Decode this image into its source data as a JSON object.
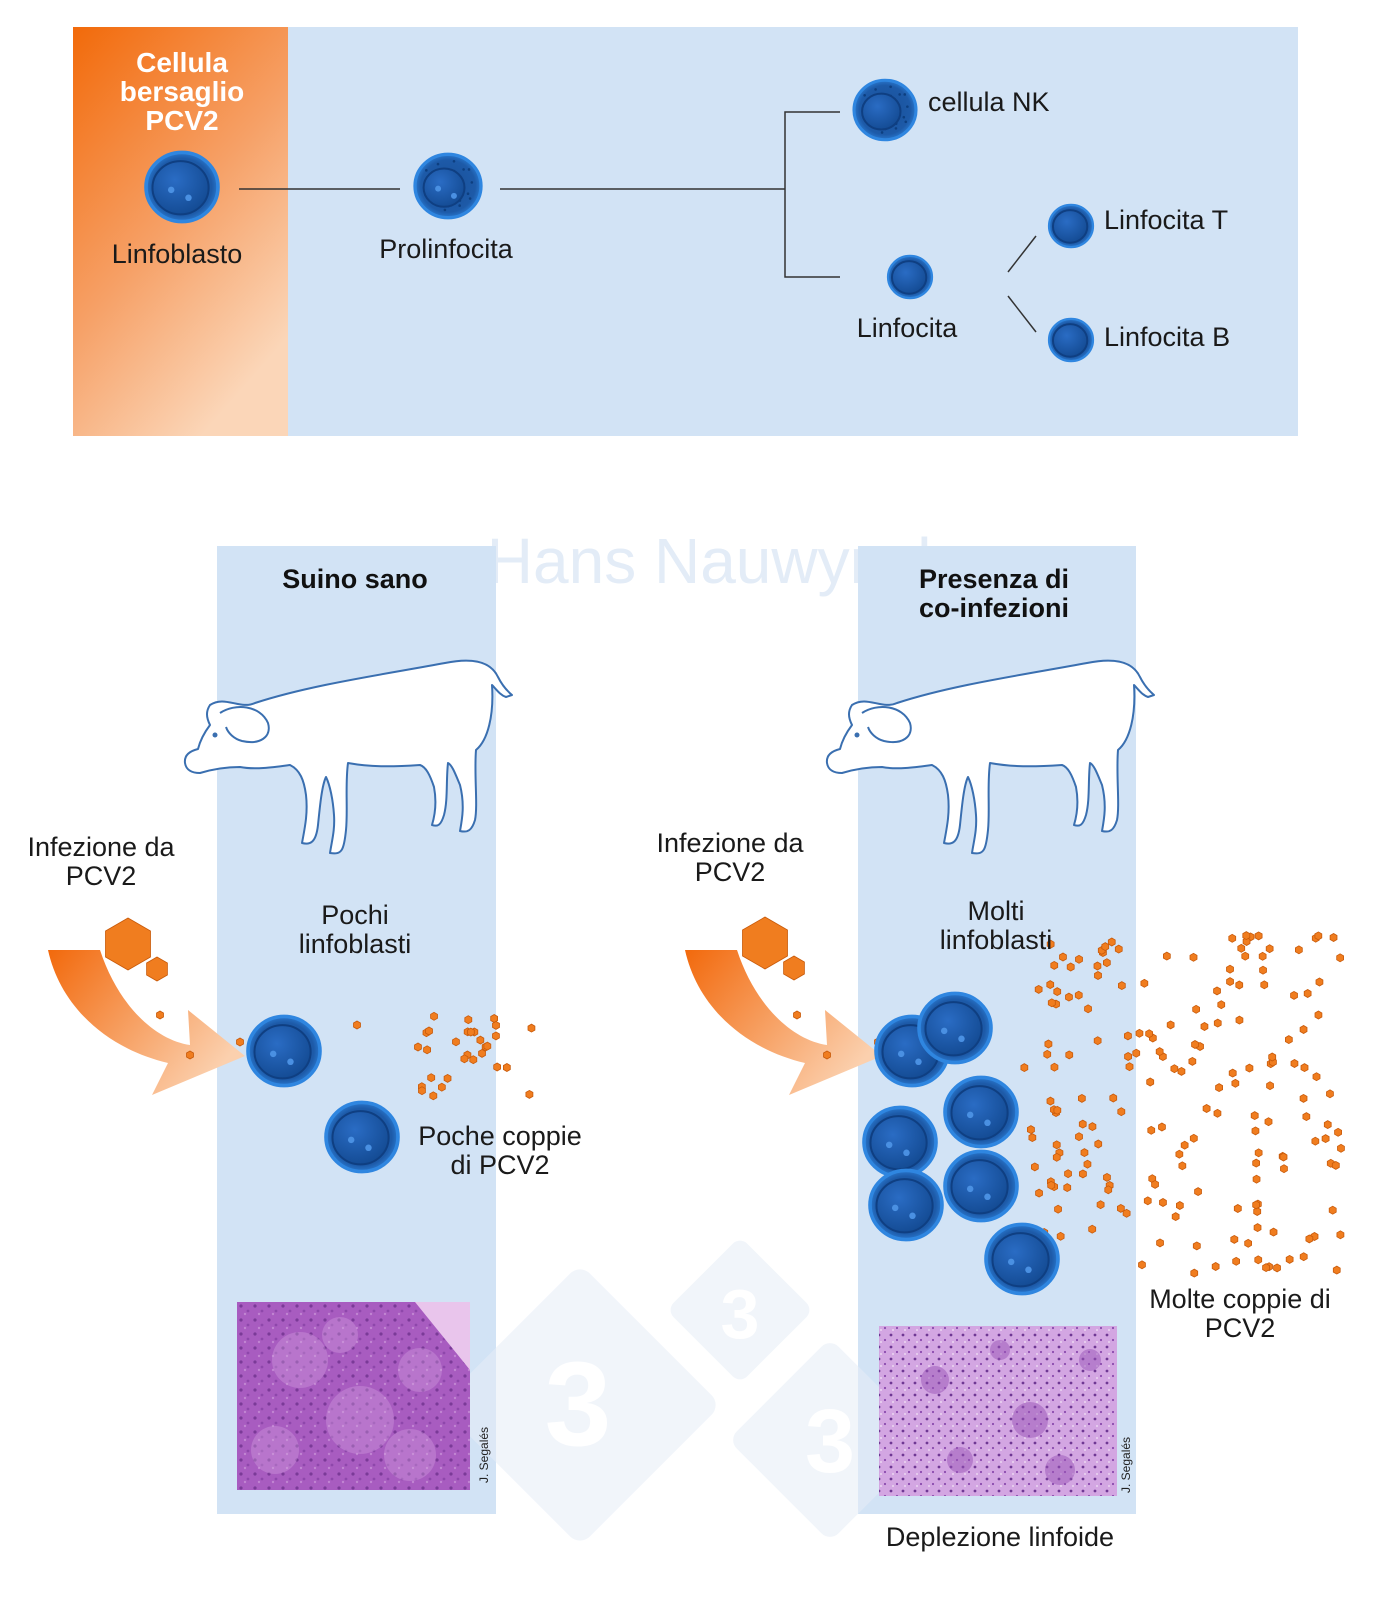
{
  "colors": {
    "panel_blue": "#d2e3f5",
    "target_orange_top": "#f26a0a",
    "target_orange_bottom": "#fbd1b0",
    "cell_blue": "#1e5aa6",
    "cell_light": "#2f86e0",
    "virus_orange": "#f07d1f",
    "tissue_purple": "#b062c4"
  },
  "top_diagram": {
    "target_title": "Cellula bersaglio PCV2",
    "cells": {
      "linfoblasto": "Linfoblasto",
      "prolinfocita": "Prolinfocita",
      "nk": "cellula NK",
      "linfocita": "Linfocita",
      "linfocita_t": "Linfocita T",
      "linfocita_b": "Linfocita B"
    }
  },
  "watermark": {
    "text": "Hans Nauwynck",
    "logo_digit": "3"
  },
  "left_panel": {
    "title": "Suino sano",
    "infection_label": "Infezione da PCV2",
    "cells_label": "Pochi linfoblasti",
    "virus_label": "Poche coppie di PCV2",
    "credit": "J. Segalés"
  },
  "right_panel": {
    "title": "Presenza di co-infezioni",
    "infection_label": "Infezione da PCV2",
    "cells_label": "Molti linfoblasti",
    "virus_label": "Molte coppie di PCV2",
    "credit": "J. Segalés",
    "caption": "Deplezione linfoide"
  },
  "icons": [
    "pig-icon",
    "lymphocyte-icon",
    "virus-particle-icon",
    "infection-arrow-icon",
    "histology-image"
  ]
}
